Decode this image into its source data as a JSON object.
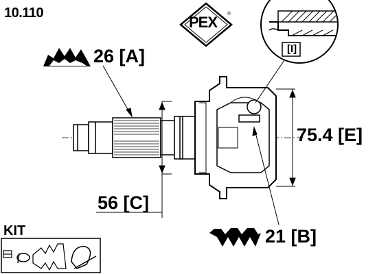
{
  "part_number": "10.110",
  "brand_logo": {
    "text": "PEX",
    "mark": "®"
  },
  "labels": {
    "spline_outer": "26 [A]",
    "spline_inner": "21 [B]",
    "diameter": "75.4 [E]",
    "length": "56 [C]",
    "detail_ref": "[I]"
  },
  "kit": {
    "title": "KIT",
    "items": [
      "clamp-icon",
      "small-clamp-icon",
      "boot-icon",
      "grease-tube-icon",
      "cable-tie-icon"
    ]
  },
  "icons": [
    "spline-teeth-icon",
    "spline-teeth-icon",
    "circlip-detail-icon"
  ],
  "colors": {
    "line": "#000000",
    "background": "#ffffff",
    "hatch": "#000000"
  }
}
